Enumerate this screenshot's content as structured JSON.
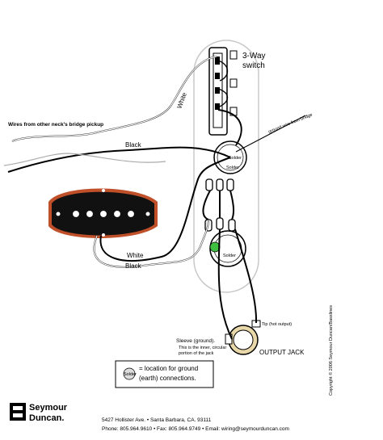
{
  "labels": {
    "switch_title_line1": "3-Way",
    "switch_title_line2": "switch",
    "wire_white_top": "White",
    "wires_from_other_neck": "Wires from other neck's bridge pickup",
    "wire_black_top": "Black",
    "ground_wire_note": "ground wire from bridge",
    "solder_pot1_top": "Solder",
    "solder_pot1_bottom": "Solder",
    "solder_pot2": "Solder",
    "wire_white_bottom": "White",
    "wire_black_bottom": "Black",
    "jack_tip": "Tip (hot output)",
    "jack_sleeve": "Sleeve (ground).",
    "jack_sleeve_note1": "This is the inner, circular",
    "jack_sleeve_note2": "portion of the jack",
    "output_jack": "OUTPUT JACK",
    "copyright": "Copyright © 2006 Seymour Duncan/Basslines"
  },
  "legend": {
    "badge": "Solder",
    "text_line1": "= location for ground",
    "text_line2": "(earth) connections."
  },
  "footer": {
    "logo_line1": "Seymour",
    "logo_line2": "Duncan.",
    "address": "5427 Hollister Ave. • Santa Barbara, CA. 93111",
    "phone_line": "Phone: 805.964.9610 • Fax: 805.964.9749 • Email: wiring@seymourduncan.com"
  },
  "colors": {
    "wire": "#000000",
    "white_wire": "#ffffff",
    "pickup_dots": "#ffffff",
    "pickup_border": "#c0502a",
    "solder_badge_green": "#3fbf3f",
    "jack_ring": "#e8d7a8"
  }
}
